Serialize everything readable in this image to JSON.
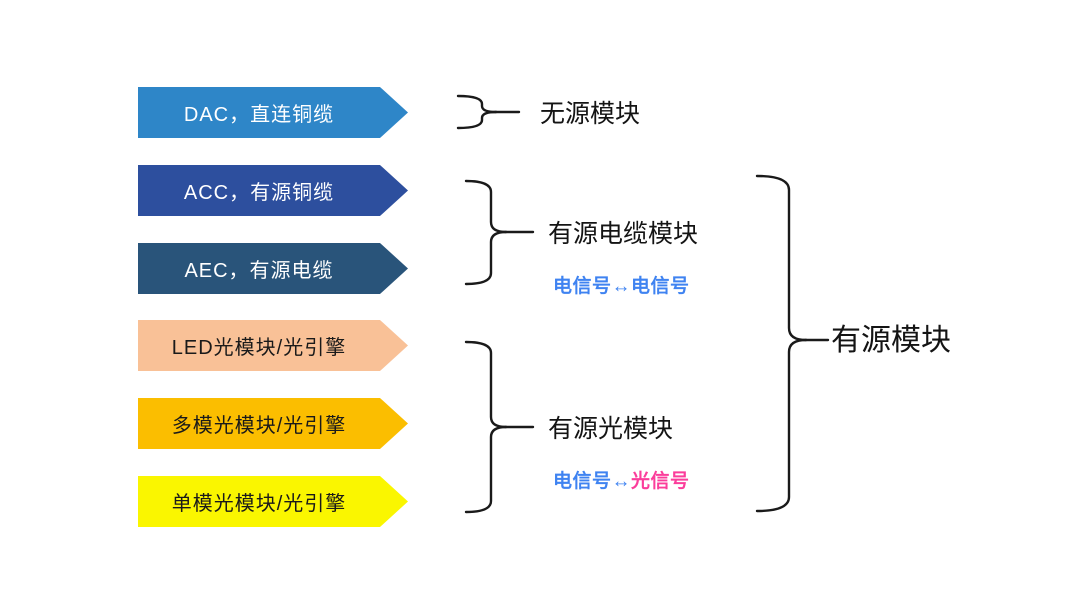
{
  "banners": [
    {
      "label": "DAC，直连铜缆",
      "color": "#2E86C8",
      "text_color": "#FFFFFF"
    },
    {
      "label": "ACC，有源铜缆",
      "color": "#2D4F9E",
      "text_color": "#FFFFFF"
    },
    {
      "label": "AEC，有源电缆",
      "color": "#29547A",
      "text_color": "#FFFFFF"
    },
    {
      "label": "LED光模块/光引擎",
      "color": "#F9C197",
      "text_color": "#1A1A1A"
    },
    {
      "label": "多模光模块/光引擎",
      "color": "#FBBE00",
      "text_color": "#1A1A1A"
    },
    {
      "label": "单模光模块/光引擎",
      "color": "#FAF600",
      "text_color": "#1A1A1A"
    }
  ],
  "groups": {
    "passive": {
      "label": "无源模块"
    },
    "active_cable": {
      "label": "有源电缆模块",
      "signal": {
        "left": "电信号",
        "arrow": "↔",
        "right": "电信号"
      }
    },
    "active_optical": {
      "label": "有源光模块",
      "signal": {
        "left": "电信号",
        "arrow": "↔",
        "right": "光信号"
      }
    },
    "active": {
      "label": "有源模块"
    }
  },
  "colors": {
    "signal_blue": "#3F83F1",
    "signal_pink": "#FB3D9B",
    "brace": "#1A1A1A",
    "background": "#FFFFFF"
  }
}
